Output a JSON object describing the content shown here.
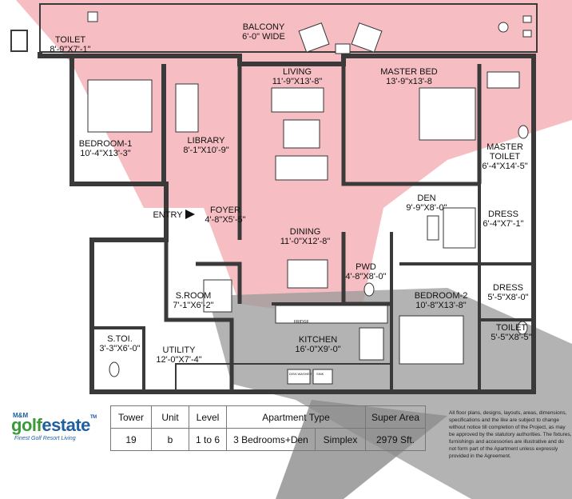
{
  "rooms": [
    {
      "id": "toilet",
      "name": "TOILET",
      "dim": "8'-9\"X7'-1\""
    },
    {
      "id": "balcony",
      "name": "BALCONY",
      "dim": "6'-0\" WIDE"
    },
    {
      "id": "living",
      "name": "LIVING",
      "dim": "11'-9\"X13'-8\""
    },
    {
      "id": "master-bed",
      "name": "MASTER BED",
      "dim": "13'-9\"x13'-8"
    },
    {
      "id": "bedroom-1",
      "name": "BEDROOM-1",
      "dim": "10'-4\"X13'-3\""
    },
    {
      "id": "library",
      "name": "LIBRARY",
      "dim": "8'-1\"X10'-9\""
    },
    {
      "id": "master-toilet",
      "name": "MASTER TOILET",
      "dim": "6'-4\"X14'-5\""
    },
    {
      "id": "den",
      "name": "DEN",
      "dim": "9'-9\"X8'-0\""
    },
    {
      "id": "foyer",
      "name": "FOYER",
      "dim": "4'-8\"X5'-5\""
    },
    {
      "id": "dress-1",
      "name": "DRESS",
      "dim": "6'-4\"X7'-1\""
    },
    {
      "id": "dining",
      "name": "DINING",
      "dim": "11'-0\"X12'-8\""
    },
    {
      "id": "pwd",
      "name": "PWD",
      "dim": "4'-8\"X8'-0\""
    },
    {
      "id": "dress-2",
      "name": "DRESS",
      "dim": "5'-5\"X8'-0\""
    },
    {
      "id": "s-room",
      "name": "S.ROOM",
      "dim": "7'-1\"X6'-2\""
    },
    {
      "id": "bedroom-2",
      "name": "BEDROOM-2",
      "dim": "10'-8\"X13'-8\""
    },
    {
      "id": "toilet-2",
      "name": "TOILET",
      "dim": "5'-5\"X8'-5\""
    },
    {
      "id": "s-toi",
      "name": "S.TOI.",
      "dim": "3'-3\"X6'-0\""
    },
    {
      "id": "utility",
      "name": "UTILITY",
      "dim": "12'-0\"X7'-4\""
    },
    {
      "id": "kitchen",
      "name": "KITCHEN",
      "dim": "16'-0\"X9'-0\""
    }
  ],
  "entry_label": "ENTRY",
  "fixtures": {
    "fridge": "FRIDGE",
    "dish_washer": "DISH WASHER",
    "sink": "SINK"
  },
  "logo": {
    "mm": "M&M",
    "brand_g": "golf",
    "brand_f": "estate",
    "tm": "TM",
    "tagline": "Finest Golf Resort Living"
  },
  "table": {
    "headers": [
      "Tower",
      "Unit",
      "Level",
      "Apartment Type",
      "Super Area"
    ],
    "row": {
      "tower": "19",
      "unit": "b",
      "level": "1 to 6",
      "type": "3 Bedrooms+Den",
      "variant": "Simplex",
      "area": "2979 Sft."
    }
  },
  "disclaimer": "All floor plans, designs, layouts, areas, dimensions, specifications and the like are subject to change without notice till completion of the Project, as may be approved by the statutory authorities. The fixtures, furnishings and accessories are illustrative and do not form part of the Apartment unless expressly provided in the Agreement.",
  "colors": {
    "overlay_red": "#f0a0a8",
    "overlay_gray": "#8c8c8c",
    "wall": "#3a3a3a",
    "brand_green": "#3a9a3a",
    "brand_blue": "#1f5fa0"
  }
}
